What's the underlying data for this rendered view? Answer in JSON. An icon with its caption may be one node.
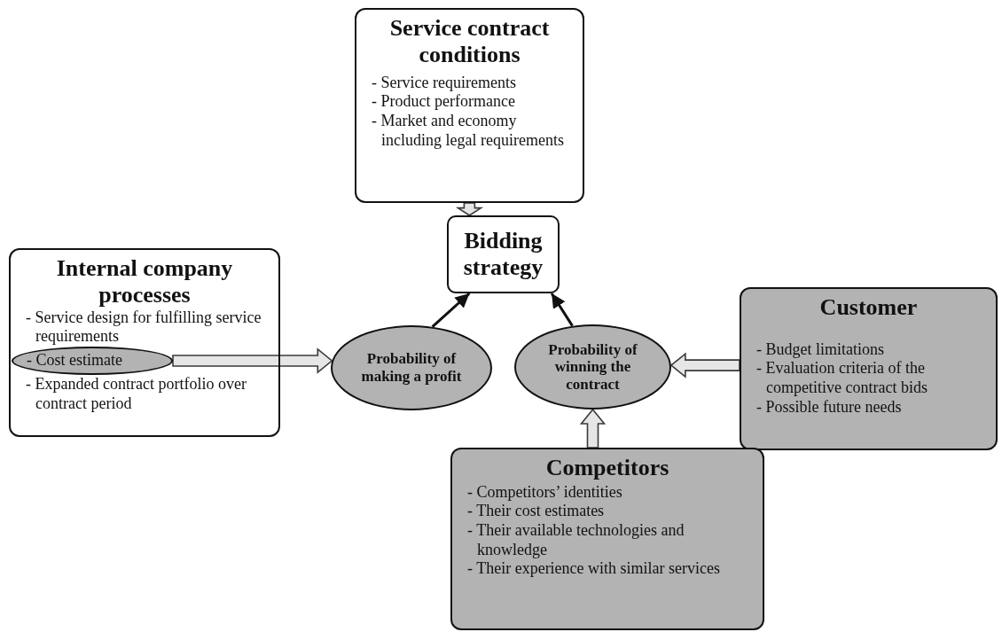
{
  "diagram": {
    "nodes": [
      {
        "text": [
          "Service contract conditions",
          "- Service requirements",
          "- Product performance",
          "- Market and economy including legal requirements"
        ]
      },
      {
        "text": [
          "Bidding strategy"
        ]
      },
      {
        "text": [
          "Internal company processes",
          "- Service design for fulfilling service requirements",
          "- Expanded contract portfolio over contract period"
        ]
      },
      {
        "text": [
          "- Cost estimate"
        ],
        "in": 2
      },
      {
        "text": [
          "Probability of making a profit"
        ]
      },
      {
        "text": [
          "Probability of winning the contract"
        ]
      },
      {
        "text": [
          "Customer",
          "- Budget limitations",
          "- Evaluation criteria of the competitive contract bids",
          "- Possible future needs"
        ]
      },
      {
        "text": [
          "Competitors",
          "- Competitors’ identities",
          "- Their cost estimates",
          "- Their available technologies and knowledge",
          "- Their experience with similar services"
        ]
      }
    ],
    "edges": [
      {
        "from": 0,
        "to": 1,
        "arrow": "to",
        "style": "thick"
      },
      {
        "from": 3,
        "to": 4,
        "arrow": "to",
        "style": "thick"
      },
      {
        "from": 4,
        "to": 1,
        "arrow": "to"
      },
      {
        "from": 5,
        "to": 1,
        "arrow": "to"
      },
      {
        "from": 6,
        "to": 5,
        "arrow": "to",
        "style": "thick"
      },
      {
        "from": 7,
        "to": 5,
        "arrow": "to",
        "style": "thick"
      }
    ]
  }
}
